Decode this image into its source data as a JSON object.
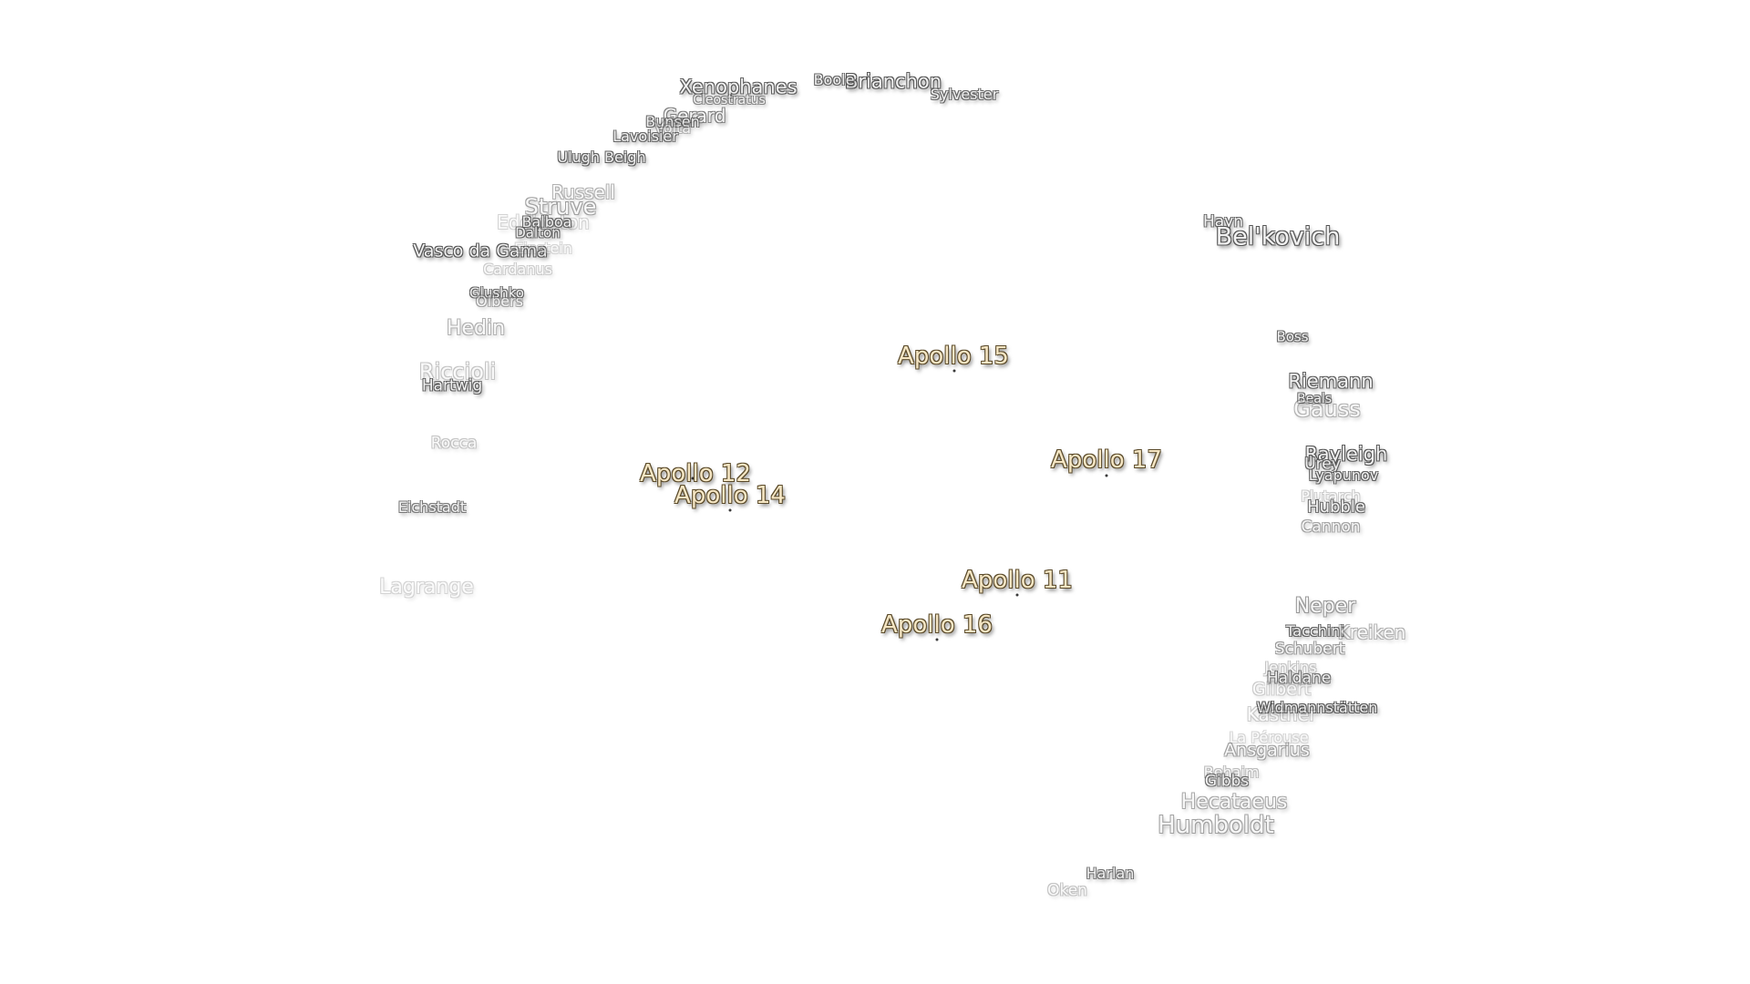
{
  "apollo_sites": [
    {
      "label": "Apollo 15"
    },
    {
      "label": "Apollo 12"
    },
    {
      "label": "Apollo 14"
    },
    {
      "label": "Apollo 17"
    },
    {
      "label": "Apollo 11"
    },
    {
      "label": "Apollo 16"
    }
  ],
  "craters": [
    {
      "label": "Xenophanes"
    },
    {
      "label": "Brianchon"
    },
    {
      "label": "Boole"
    },
    {
      "label": "Sylvester"
    },
    {
      "label": "Cleostratus"
    },
    {
      "label": "Gerard"
    },
    {
      "label": "Bunsen"
    },
    {
      "label": "Volta"
    },
    {
      "label": "Lavoisier"
    },
    {
      "label": "Ulugh Beigh"
    },
    {
      "label": "Russell"
    },
    {
      "label": "Struve"
    },
    {
      "label": "Eddington"
    },
    {
      "label": "Balboa"
    },
    {
      "label": "Dalton"
    },
    {
      "label": "Vasco da Gama"
    },
    {
      "label": "Einstein"
    },
    {
      "label": "Cardanus"
    },
    {
      "label": "Glushko"
    },
    {
      "label": "Olbers"
    },
    {
      "label": "Hedin"
    },
    {
      "label": "Riccioli"
    },
    {
      "label": "Hartwig"
    },
    {
      "label": "Rocca"
    },
    {
      "label": "Eichstadt"
    },
    {
      "label": "Lagrange"
    },
    {
      "label": "Hayn"
    },
    {
      "label": "Bel'kovich"
    },
    {
      "label": "Boss"
    },
    {
      "label": "Riemann"
    },
    {
      "label": "Beals"
    },
    {
      "label": "Gauss"
    },
    {
      "label": "Rayleigh"
    },
    {
      "label": "Urey"
    },
    {
      "label": "Lyapunov"
    },
    {
      "label": "Plutarch"
    },
    {
      "label": "Hubble"
    },
    {
      "label": "Cannon"
    },
    {
      "label": "Neper"
    },
    {
      "label": "Tacchini"
    },
    {
      "label": "Kreiken"
    },
    {
      "label": "Schubert"
    },
    {
      "label": "Jenkins"
    },
    {
      "label": "Haldane"
    },
    {
      "label": "Gilbert"
    },
    {
      "label": "Widmannstätten"
    },
    {
      "label": "Kästner"
    },
    {
      "label": "La Pérouse"
    },
    {
      "label": "Ansgarius"
    },
    {
      "label": "Behaim"
    },
    {
      "label": "Gibbs"
    },
    {
      "label": "Hecataeus"
    },
    {
      "label": "Humboldt"
    },
    {
      "label": "Harlan"
    },
    {
      "label": "Oken"
    }
  ]
}
